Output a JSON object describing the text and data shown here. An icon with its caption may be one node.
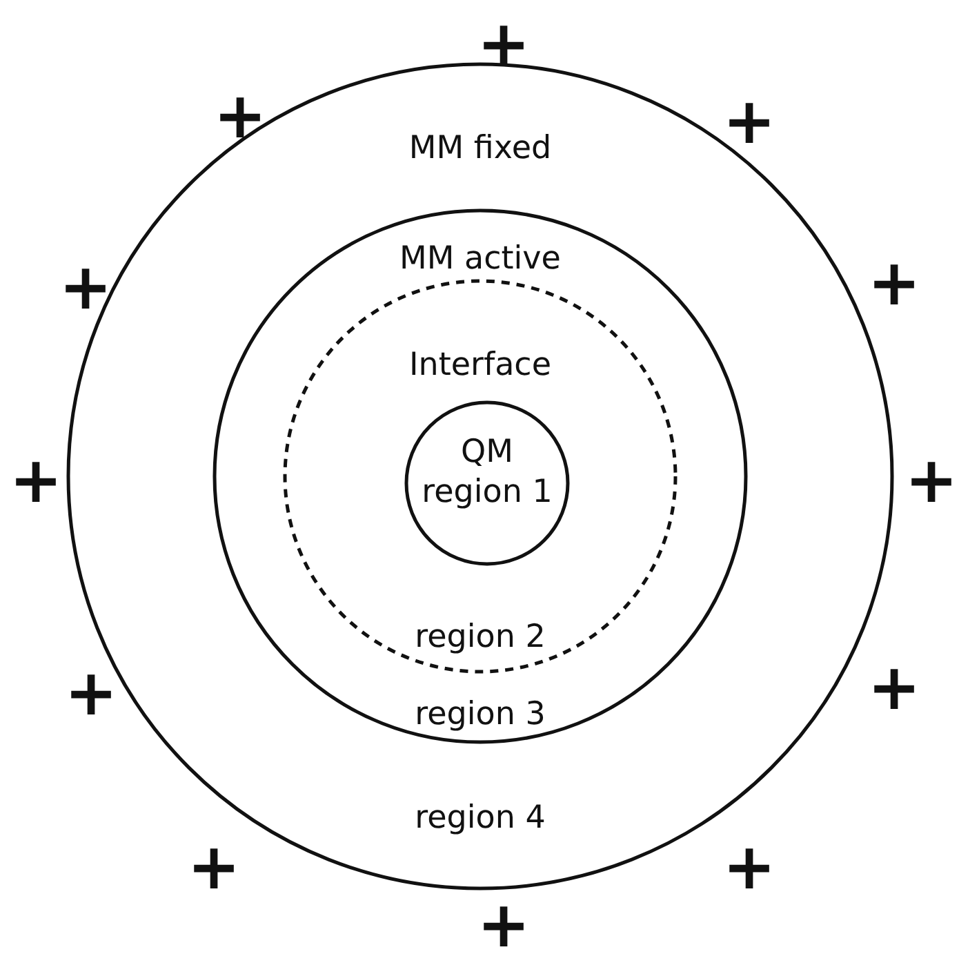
{
  "diagram": {
    "nodes": [
      {
        "text": [
          "MM fixed",
          "region 4"
        ]
      },
      {
        "text": [
          "MM active",
          "region 3"
        ],
        "in": 0
      },
      {
        "text": [
          "Interface",
          "region 2"
        ],
        "in": 1
      },
      {
        "text": [
          "QM",
          "region 1"
        ],
        "in": 2
      }
    ],
    "labels": [
      "+",
      "+",
      "+",
      "+",
      "+",
      "+",
      "+",
      "+",
      "+",
      "+",
      "+",
      "+"
    ]
  }
}
